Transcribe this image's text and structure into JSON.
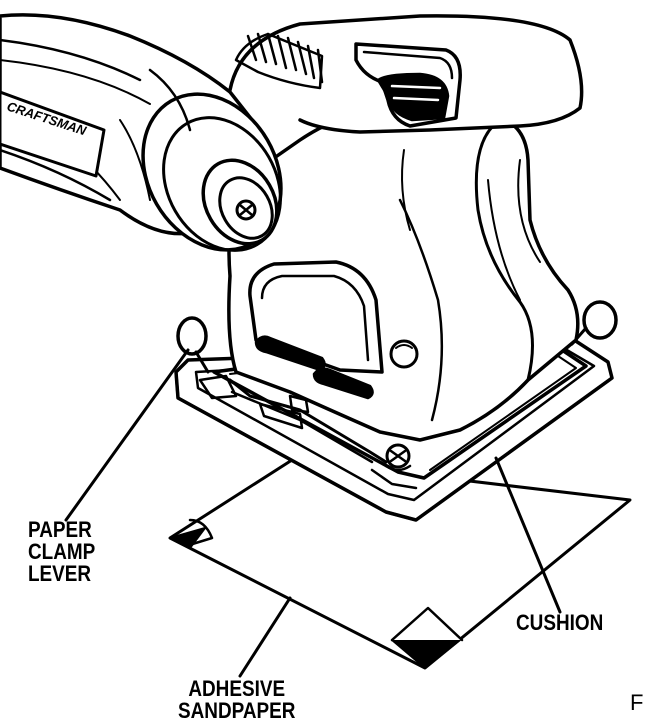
{
  "callouts": {
    "paper_clamp_lever": [
      "PAPER",
      "CLAMP",
      "LEVER"
    ],
    "cushion": "CUSHION",
    "adhesive_sandpaper": [
      "ADHESIVE",
      "SANDPAPER"
    ]
  },
  "brand_text": "CRAFTSMAN",
  "edge_text": "F",
  "colors": {
    "ink": "#000000",
    "paper": "#ffffff"
  }
}
